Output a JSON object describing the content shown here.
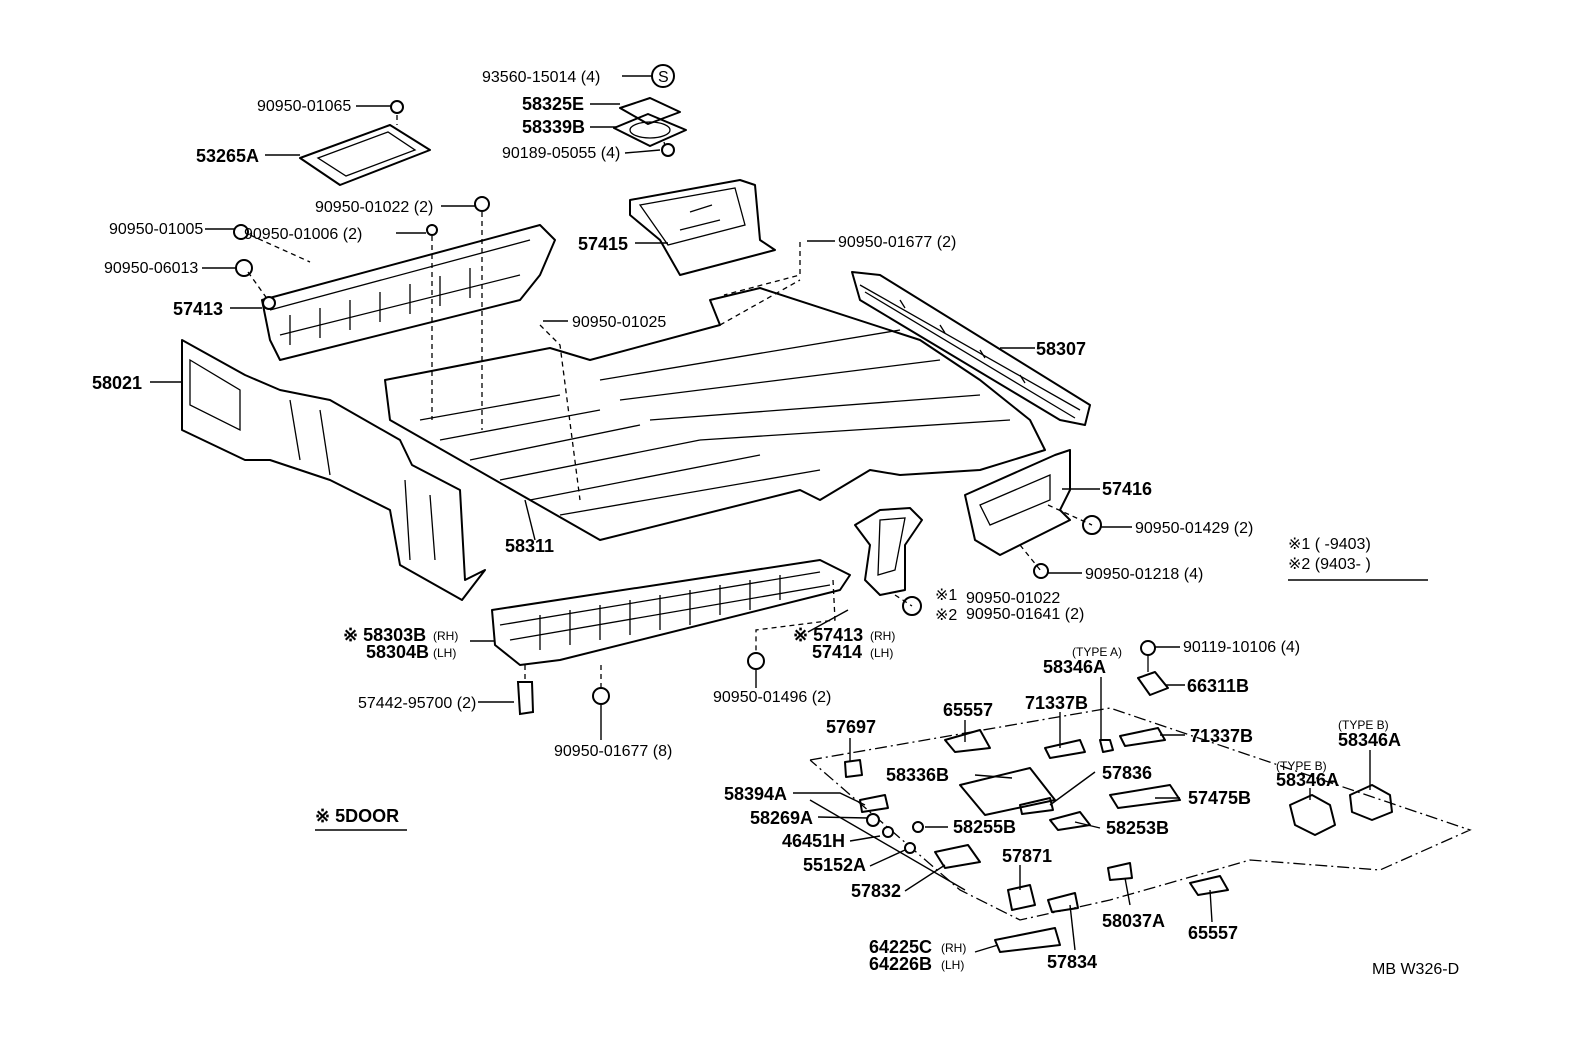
{
  "labels": {
    "p93560": "93560-15014 (4)",
    "s_symbol": "S",
    "p58325E": "58325E",
    "p58339B": "58339B",
    "p90189": "90189-05055 (4)",
    "p90950_01065": "90950-01065",
    "p53265A": "53265A",
    "p90950_01022": "90950-01022 (2)",
    "p90950_01005": "90950-01005",
    "p90950_01006": "90950-01006 (2)",
    "p90950_06013": "90950-06013",
    "p57413": "57413",
    "p57415": "57415",
    "p90950_01677_2": "90950-01677 (2)",
    "p90950_01025": "90950-01025",
    "p58307": "58307",
    "p58021": "58021",
    "p58311": "58311",
    "p57416": "57416",
    "p90950_01429": "90950-01429 (2)",
    "p90950_01218": "90950-01218 (4)",
    "note1": "※1 (     -9403)",
    "note2": "※2 (9403-     )",
    "m1_label": "※1",
    "m1_part": "90950-01022",
    "m2_label": "※2",
    "m2_part": "90950-01641 (2)",
    "p58303B": "※ 58303B",
    "rh1": "(RH)",
    "p58304B": "58304B",
    "lh1": "(LH)",
    "p57413b": "※ 57413",
    "rh2": "(RH)",
    "p57414": "57414",
    "lh2": "(LH)",
    "p57442": "57442-95700 (2)",
    "p90950_01677_8": "90950-01677 (8)",
    "p90950_01496": "90950-01496 (2)",
    "p90119": "90119-10106 (4)",
    "type_a": "(TYPE A)",
    "p58346A_1": "58346A",
    "p66311B": "66311B",
    "p65557_1": "65557",
    "p71337B_1": "71337B",
    "p71337B_2": "71337B",
    "p57697": "57697",
    "type_b1": "(TYPE B)",
    "p58346A_2": "58346A",
    "type_b2": "(TYPE B)",
    "p58346A_3": "58346A",
    "p58336B": "58336B",
    "p57836": "57836",
    "p57475B": "57475B",
    "p58394A": "58394A",
    "p58269A": "58269A",
    "p58255B": "58255B",
    "p58253B": "58253B",
    "p46451H": "46451H",
    "p55152A": "55152A",
    "p57832": "57832",
    "p57871": "57871",
    "p58037A": "58037A",
    "p65557_2": "65557",
    "p64225C": "64225C",
    "rh3": "(RH)",
    "p64226B": "64226B",
    "lh3": "(LH)",
    "p57834": "57834",
    "door_note": "※ 5DOOR",
    "code": "MB  W326-D"
  }
}
